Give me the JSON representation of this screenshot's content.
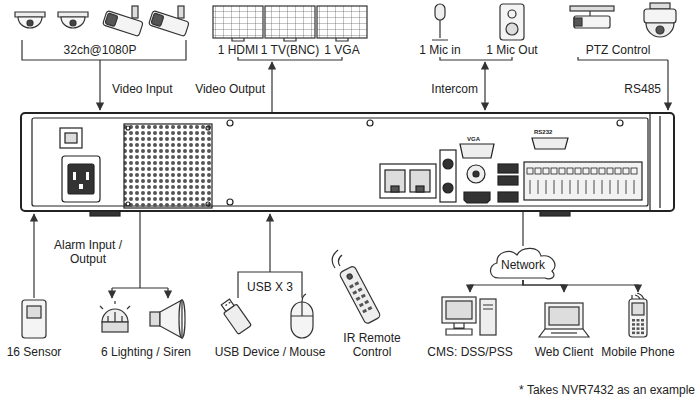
{
  "diagram": {
    "nodes": [
      {
        "text": [
          "VGA",
          "RS232"
        ]
      },
      {
        "text": [
          "Network"
        ]
      },
      {
        "text": [
          "CMS: DSS/PSS"
        ]
      },
      {
        "text": [
          "Web Client"
        ]
      },
      {
        "text": [
          "Mobile Phone"
        ]
      }
    ],
    "edges": [
      {
        "from": 0,
        "to": 1,
        "arrow": "none"
      },
      {
        "from": 1,
        "to": 2,
        "arrow": "to"
      },
      {
        "from": 1,
        "to": 3,
        "arrow": "to"
      },
      {
        "from": 1,
        "to": 4,
        "arrow": "to"
      }
    ],
    "labels": [
      "32ch@1080P",
      "Video Input",
      "1 HDMI",
      "1 TV(BNC)",
      "1 VGA",
      "Video Output",
      "1 Mic in",
      "1 Mic Out",
      "Intercom",
      "PTZ Control",
      "RS485",
      "Alarm Input / Output",
      "USB X 3",
      "16 Sensor",
      "6 Lighting / Siren",
      "USB Device / Mouse",
      "IR Remote Control",
      "* Takes NVR7432 as an example"
    ]
  }
}
